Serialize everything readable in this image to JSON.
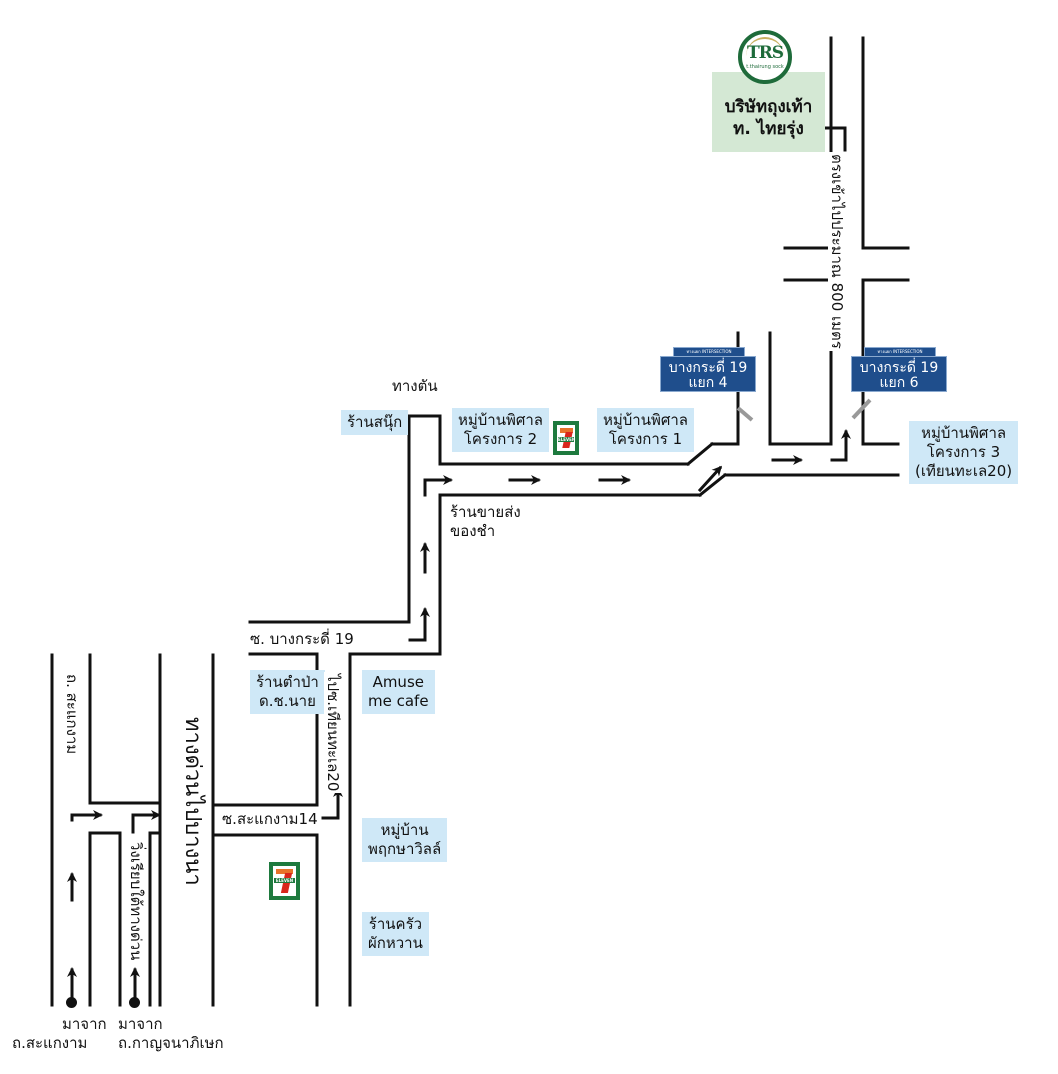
{
  "company": {
    "logo_text": "TRS",
    "logo_subtext": "t.thairung sock",
    "name_line1": "บริษัทถุงเท้า",
    "name_line2": "ท. ไทยรุ่ง",
    "colors": {
      "logo_green": "#1e6b3a",
      "logo_gold": "#c8b060",
      "box_bg": "#d4e8d4"
    }
  },
  "signs": [
    {
      "header": "ทางแยก INTERSECTION",
      "line1": "บางกระดี่ 19",
      "line2": "แยก 4"
    },
    {
      "header": "ทางแยก INTERSECTION",
      "line1": "บางกระดี่ 19",
      "line2": "แยก 6"
    }
  ],
  "roads": {
    "straight_800m": "ตรงเข้าไปประมาณ 800 เมตร",
    "dead_end": "ทางตัน",
    "soi_bangkradi19": "ซ. บางกระดี่ 19",
    "soi_sakaengam14": "ซ.สะแกงาม14",
    "to_tianthale20": "ไปซ.เทียนทะเล20",
    "th_sakaengam": "ถ. สะแกงาม",
    "expressway_bangna": "ทางด่วนไปบางนา",
    "under_expressway": "วิ่งเรียบใต้ทางด่วน"
  },
  "landmarks": [
    {
      "id": "snooker",
      "text": [
        "ร้านสนุ๊ก"
      ]
    },
    {
      "id": "pisan2",
      "text": [
        "หมู่บ้านพิศาล",
        "โครงการ 2"
      ]
    },
    {
      "id": "pisan1",
      "text": [
        "หมู่บ้านพิศาล",
        "โครงการ 1"
      ]
    },
    {
      "id": "pisan3",
      "text": [
        "หมู่บ้านพิศาล",
        "โครงการ 3",
        "(เทียนทะเล20)"
      ]
    },
    {
      "id": "tumpa",
      "text": [
        "ร้านตำป่า",
        "ด.ช.นาย"
      ]
    },
    {
      "id": "amuse",
      "text": [
        "Amuse",
        "me cafe"
      ]
    },
    {
      "id": "pruksa",
      "text": [
        "หมู่บ้าน",
        "พฤกษาวิลล์"
      ]
    },
    {
      "id": "pakwan",
      "text": [
        "ร้านครัว",
        "ผักหวาน"
      ]
    }
  ],
  "wholesale_shop": [
    "ร้านขายส่ง",
    "ของชำ"
  ],
  "origins": [
    {
      "line1": "มาจาก",
      "line2": "ถ.สะแกงาม"
    },
    {
      "line1": "มาจาก",
      "line2": "ถ.กาญจนาภิเษก"
    }
  ],
  "seven_eleven": {
    "label": "ELEVEN",
    "colors": {
      "green": "#1e7a3e",
      "orange": "#e8722a",
      "red": "#d9261c"
    }
  },
  "colors": {
    "landmark_bg": "#cfe8f7",
    "sign_bg": "#1f4e8c",
    "road": "#111111"
  }
}
